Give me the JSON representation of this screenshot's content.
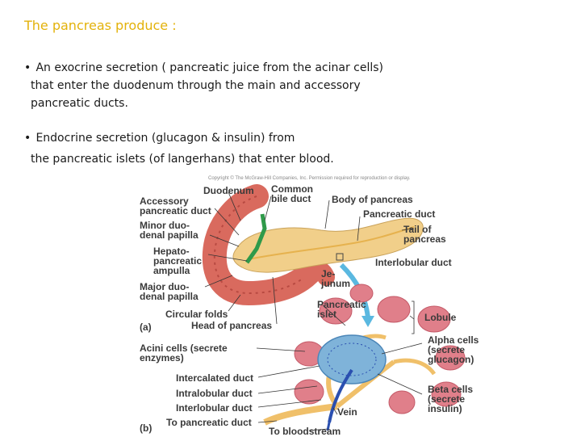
{
  "slide": {
    "title": "The pancreas produce :",
    "bullets": [
      {
        "marker": "•",
        "line1": "An exocrine secretion ( pancreatic juice from the acinar cells)",
        "line2": "that enter the duodenum through the main and accessory",
        "line3": "pancreatic ducts."
      },
      {
        "marker": "•",
        "line1": "Endocrine secretion (glucagon & insulin) from",
        "line2": "the pancreatic islets (of langerhans) that  enter blood."
      }
    ]
  },
  "figure": {
    "copyright": "Copyright © The McGraw-Hill Companies, Inc. Permission required for reproduction or display.",
    "labels": {
      "accessory_duct": "Accessory\npancreatic duct",
      "duodenum": "Duodenum",
      "common_bile_duct": "Common\nbile duct",
      "body_of_pancreas": "Body of pancreas",
      "pancreatic_duct": "Pancreatic duct",
      "tail_of_pancreas": "Tail of\npancreas",
      "minor_papilla": "Minor duo-\ndenal papilla",
      "hepatopancreatic_ampulla": "Hepato-\npancreatic\nampulla",
      "interlobular_duct_a": "Interlobular duct",
      "major_papilla": "Major duo-\ndenal papilla",
      "jejunum": "Je-\njunum",
      "pancreatic_islet": "Pancreatic\nislet",
      "circular_folds": "Circular folds",
      "head_of_pancreas": "Head of pancreas",
      "lobule": "Lobule",
      "panel_a": "(a)",
      "acini_cells": "Acini cells (secrete\nenzymes)",
      "alpha_cells": "Alpha cells\n(secrete\nglucagon)",
      "intercalated_duct": "Intercalated duct",
      "intralobular_duct": "Intralobular duct",
      "interlobular_duct_b": "Interlobular duct",
      "beta_cells": "Beta cells\n(secrete\ninsulin)",
      "vein": "Vein",
      "to_pancreatic_duct": "To pancreatic duct",
      "panel_b": "(b)",
      "to_bloodstream": "To bloodstream"
    },
    "colors": {
      "pancreas": "#f1cf8a",
      "duodenum": "#d96a5e",
      "bile_duct": "#2f9a4a",
      "acinus": "#e07f8a",
      "islet": "#7fb3d9",
      "duct": "#f0c06a",
      "vein": "#2a4fb0",
      "arrow": "#5ab8e0"
    }
  }
}
